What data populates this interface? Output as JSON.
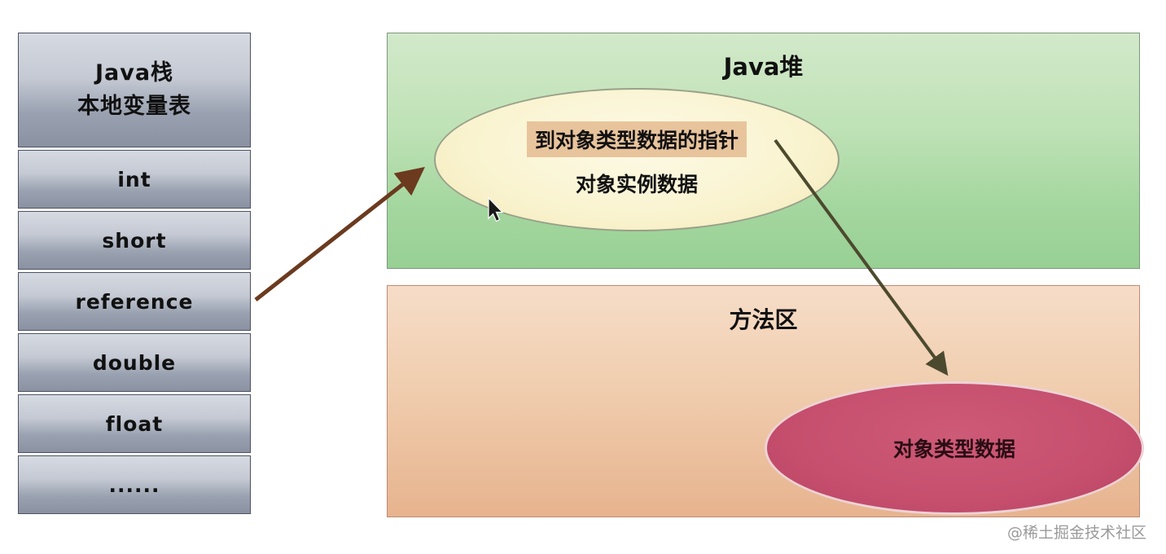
{
  "stack": {
    "title_line1": "Java栈",
    "title_line2": "本地变量表",
    "cells": [
      "int",
      "short",
      "reference",
      "double",
      "float",
      "......"
    ]
  },
  "heap": {
    "title": "Java堆",
    "pointer_label": "到对象类型数据的指针",
    "instance_label": "对象实例数据"
  },
  "method_area": {
    "title": "方法区",
    "ellipse_label": "对象类型数据"
  },
  "watermark": "@稀土掘金技术社区",
  "colors": {
    "stack_cell_top": "#d6dae2",
    "stack_cell_bottom": "#8a92a2",
    "heap_bg": "#b3dcab",
    "heap_ellipse_fill": "#f9f3cf",
    "pointer_label_bg": "#e8c49c",
    "method_bg": "#efccab",
    "method_ellipse_fill": "#c64f6e",
    "reference_arrow": "#6b3a1f",
    "pointer_arrow": "#4c4a2e"
  }
}
